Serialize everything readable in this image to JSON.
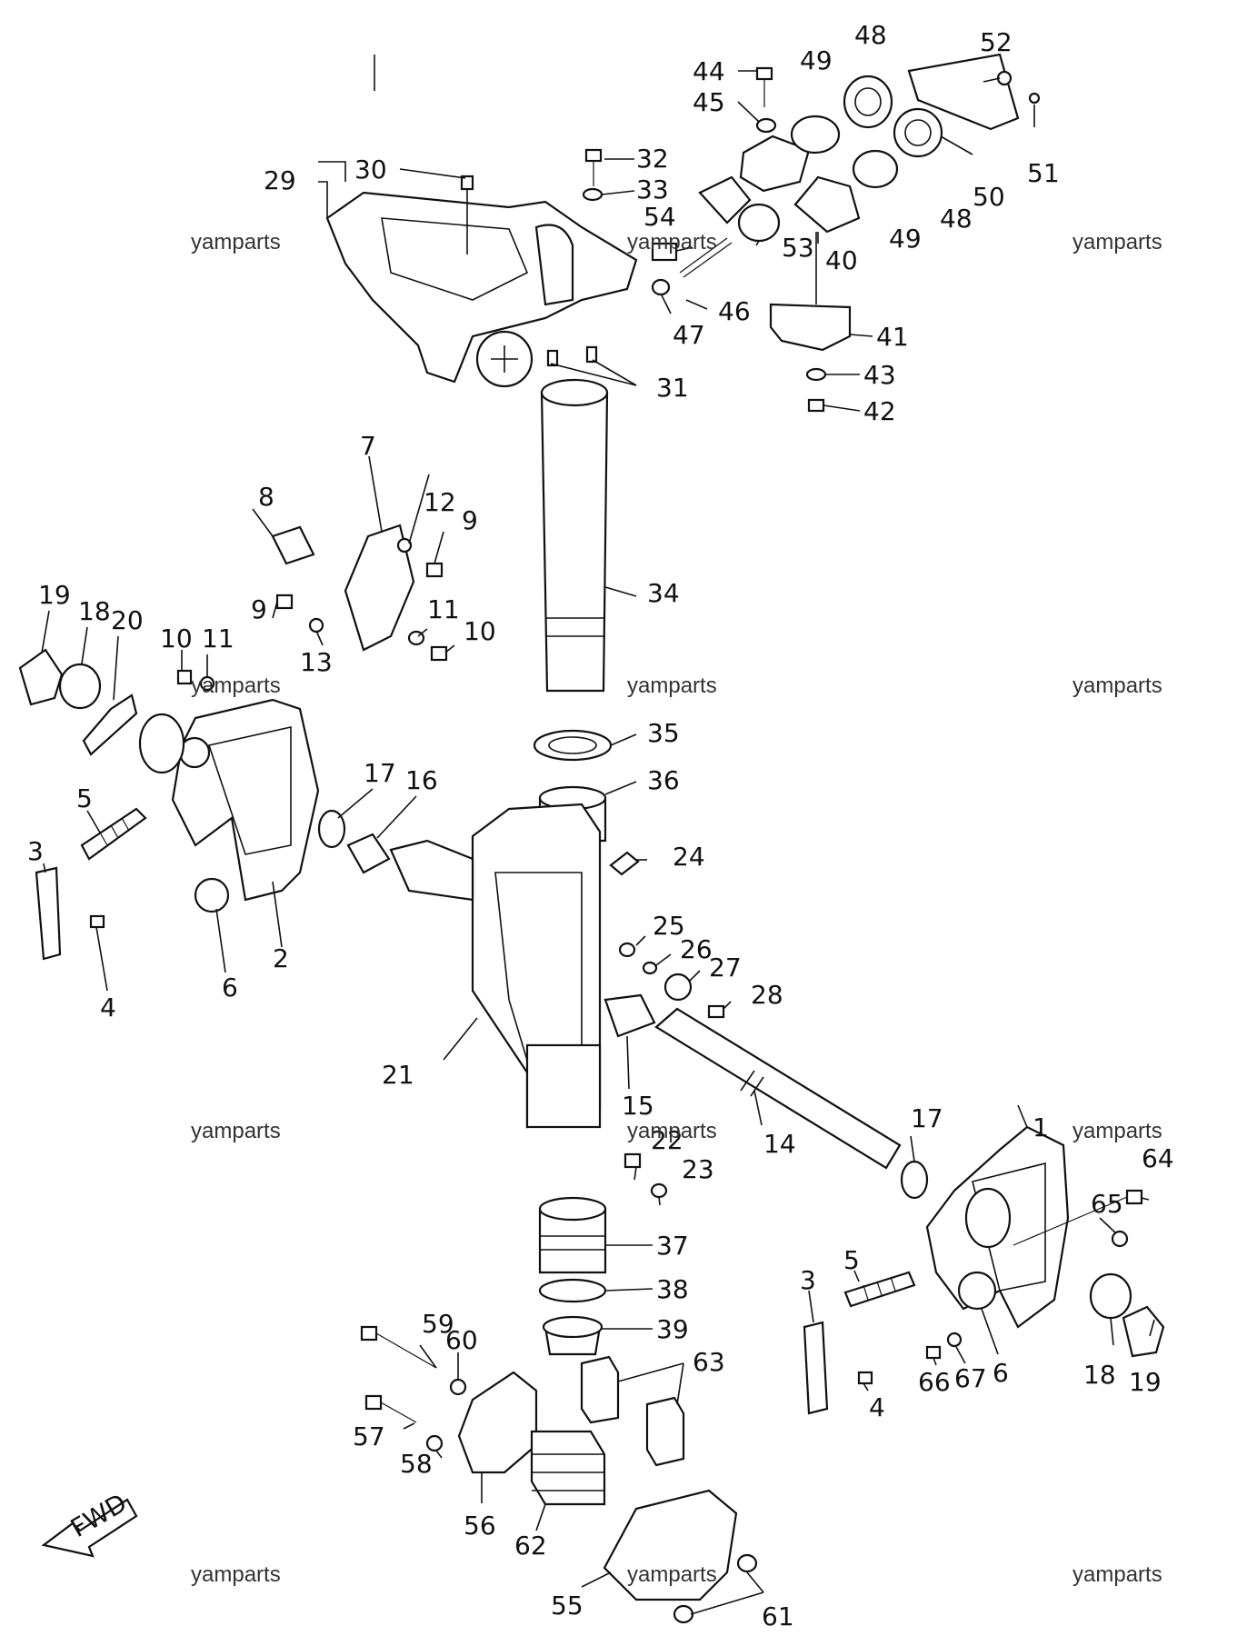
{
  "diagram": {
    "watermark_text": "yamparts",
    "fwd_arrow_text": "FWD",
    "part_labels": {
      "p1": "1",
      "p2": "2",
      "p3a": "3",
      "p3b": "3",
      "p4a": "4",
      "p4b": "4",
      "p5a": "5",
      "p5b": "5",
      "p6a": "6",
      "p6b": "6",
      "p7": "7",
      "p8": "8",
      "p9a": "9",
      "p9b": "9",
      "p10a": "10",
      "p10b": "10",
      "p11a": "11",
      "p11b": "11",
      "p12": "12",
      "p13": "13",
      "p14": "14",
      "p15": "15",
      "p16": "16",
      "p17a": "17",
      "p17b": "17",
      "p18a": "18",
      "p18b": "18",
      "p19a": "19",
      "p19b": "19",
      "p20": "20",
      "p21": "21",
      "p22": "22",
      "p23": "23",
      "p24": "24",
      "p25": "25",
      "p26": "26",
      "p27": "27",
      "p28": "28",
      "p29": "29",
      "p30": "30",
      "p31": "31",
      "p32": "32",
      "p33": "33",
      "p34": "34",
      "p35": "35",
      "p36": "36",
      "p37": "37",
      "p38": "38",
      "p39": "39",
      "p40": "40",
      "p41": "41",
      "p42": "42",
      "p43": "43",
      "p44": "44",
      "p45": "45",
      "p46": "46",
      "p47": "47",
      "p48a": "48",
      "p48b": "48",
      "p49a": "49",
      "p49b": "49",
      "p50": "50",
      "p51": "51",
      "p52": "52",
      "p53": "53",
      "p54": "54",
      "p55": "55",
      "p56": "56",
      "p57": "57",
      "p58": "58",
      "p59": "59",
      "p60": "60",
      "p61": "61",
      "p62": "62",
      "p63": "63",
      "p64": "64",
      "p65": "65",
      "p66": "66",
      "p67": "67"
    }
  }
}
